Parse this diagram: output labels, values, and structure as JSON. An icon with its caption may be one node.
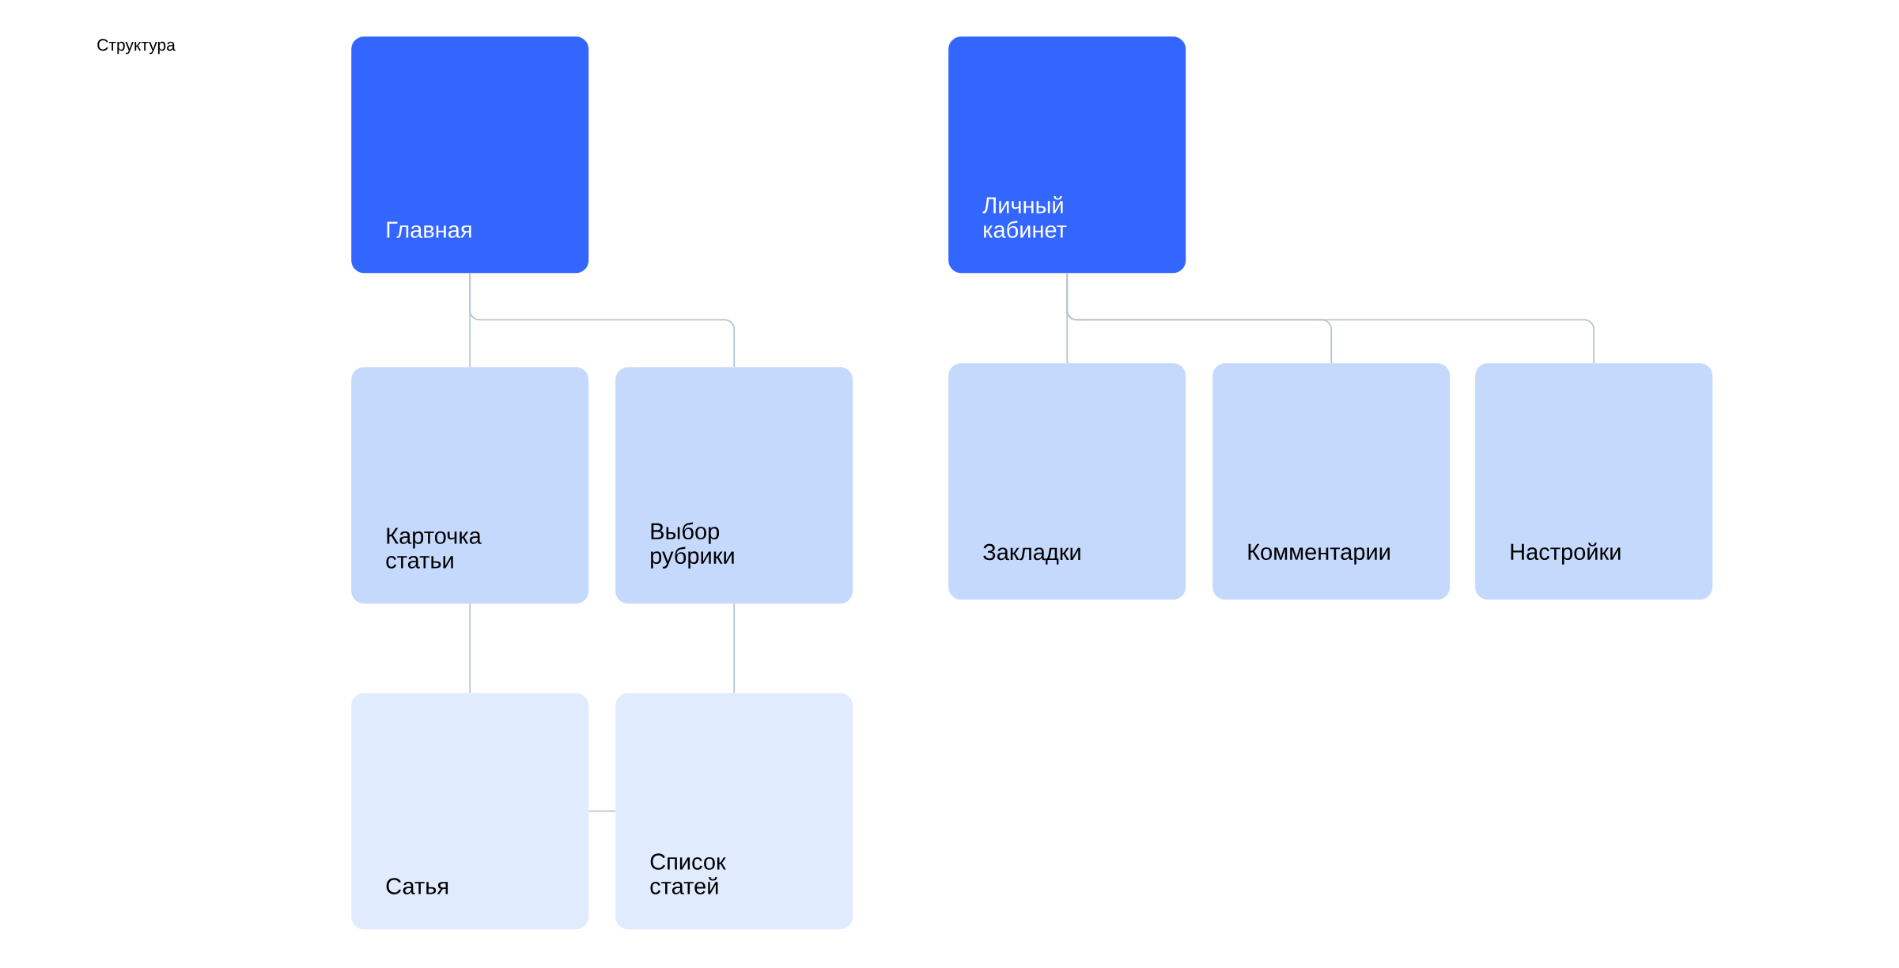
{
  "diagram": {
    "title": "Структура",
    "nodes": [
      {
        "text": [
          "Главная"
        ]
      },
      {
        "text": [
          "Карточка статьи"
        ]
      },
      {
        "text": [
          "Выбор рубрики"
        ]
      },
      {
        "text": [
          "Сатья"
        ]
      },
      {
        "text": [
          "Список статей"
        ]
      },
      {
        "text": [
          "Личный кабинет"
        ]
      },
      {
        "text": [
          "Закладки"
        ]
      },
      {
        "text": [
          "Комментарии"
        ]
      },
      {
        "text": [
          "Настройки"
        ]
      }
    ],
    "edges": [
      {
        "from": 0,
        "to": 1,
        "arrow": "none"
      },
      {
        "from": 0,
        "to": 2,
        "arrow": "none"
      },
      {
        "from": 1,
        "to": 3,
        "arrow": "none"
      },
      {
        "from": 2,
        "to": 4,
        "arrow": "none"
      },
      {
        "from": 3,
        "to": 4,
        "arrow": "none"
      },
      {
        "from": 5,
        "to": 6,
        "arrow": "none"
      },
      {
        "from": 5,
        "to": 7,
        "arrow": "none"
      },
      {
        "from": 5,
        "to": 8,
        "arrow": "none"
      }
    ]
  }
}
